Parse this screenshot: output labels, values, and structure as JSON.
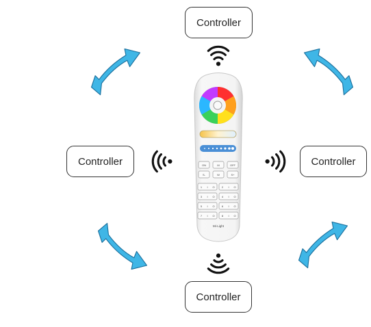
{
  "controllers": {
    "top": "Controller",
    "left": "Controller",
    "right": "Controller",
    "bottom": "Controller"
  },
  "remote": {
    "brand": "Mi·Light",
    "buttons": {
      "on": "ON",
      "m": "M",
      "off": "OFF",
      "s_minus": "S-",
      "w": "W",
      "s_plus": "S+"
    },
    "zone_rows": [
      [
        "1",
        "I",
        "O"
      ],
      [
        "2",
        "I",
        "O"
      ],
      [
        "3",
        "I",
        "O"
      ],
      [
        "4",
        "I",
        "O"
      ],
      [
        "5",
        "I",
        "O"
      ],
      [
        "6",
        "I",
        "O"
      ],
      [
        "7",
        "I",
        "O"
      ],
      [
        "8",
        "I",
        "O"
      ]
    ]
  },
  "colors": {
    "arrow_fill": "#3fb6e6",
    "arrow_stroke": "#1b6f9c",
    "wifi": "#111111",
    "remote_body": "#f2f2f2",
    "remote_edge": "#c8c8c8"
  },
  "icons": [
    "wifi-signal-icon",
    "swap-arrow-icon",
    "color-wheel-icon"
  ]
}
